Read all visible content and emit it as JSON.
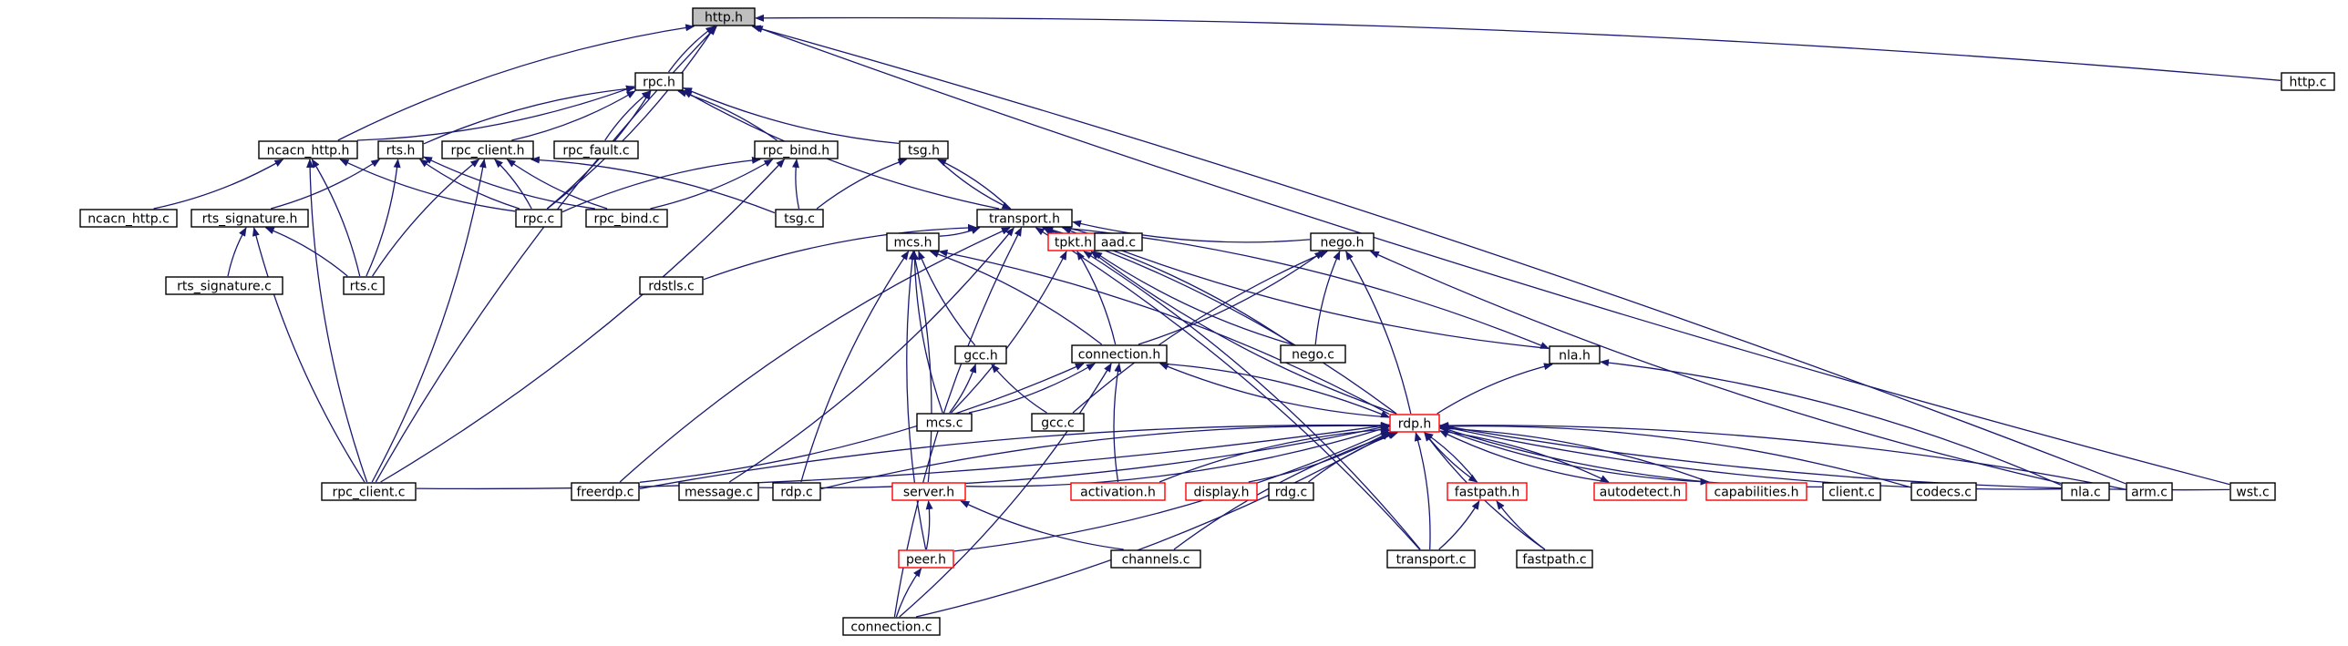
{
  "diagram": {
    "type": "include-dependency-graph",
    "root": "http.h",
    "colors": {
      "edge": "#191970",
      "border": "#000000",
      "incomplete_border": "#ff0000",
      "root_fill": "#bfbfbf"
    },
    "nodes": [
      {
        "id": "http_h",
        "label": "http.h",
        "style": "root"
      },
      {
        "id": "rpc_h",
        "label": "rpc.h"
      },
      {
        "id": "http_c",
        "label": "http.c"
      },
      {
        "id": "ncacn_http_h",
        "label": "ncacn_http.h"
      },
      {
        "id": "rts_h",
        "label": "rts.h"
      },
      {
        "id": "rpc_client_h",
        "label": "rpc_client.h"
      },
      {
        "id": "rpc_fault_c",
        "label": "rpc_fault.c"
      },
      {
        "id": "rpc_bind_h",
        "label": "rpc_bind.h"
      },
      {
        "id": "tsg_h",
        "label": "tsg.h"
      },
      {
        "id": "ncacn_http_c",
        "label": "ncacn_http.c"
      },
      {
        "id": "rts_signature_h",
        "label": "rts_signature.h"
      },
      {
        "id": "rpc_c",
        "label": "rpc.c"
      },
      {
        "id": "rpc_bind_c",
        "label": "rpc_bind.c"
      },
      {
        "id": "tsg_c",
        "label": "tsg.c"
      },
      {
        "id": "transport_h",
        "label": "transport.h"
      },
      {
        "id": "rts_signature_c",
        "label": "rts_signature.c"
      },
      {
        "id": "rts_c",
        "label": "rts.c"
      },
      {
        "id": "rdstls_c",
        "label": "rdstls.c"
      },
      {
        "id": "mcs_h",
        "label": "mcs.h"
      },
      {
        "id": "tpkt_h",
        "label": "tpkt.h",
        "style": "red"
      },
      {
        "id": "aad_c",
        "label": "aad.c"
      },
      {
        "id": "nego_h",
        "label": "nego.h"
      },
      {
        "id": "connection_h",
        "label": "connection.h"
      },
      {
        "id": "gcc_h",
        "label": "gcc.h"
      },
      {
        "id": "nego_c",
        "label": "nego.c"
      },
      {
        "id": "nla_h",
        "label": "nla.h"
      },
      {
        "id": "mcs_c",
        "label": "mcs.c"
      },
      {
        "id": "gcc_c",
        "label": "gcc.c"
      },
      {
        "id": "rdp_h",
        "label": "rdp.h",
        "style": "red"
      },
      {
        "id": "rpc_client_c",
        "label": "rpc_client.c"
      },
      {
        "id": "freerdp_c",
        "label": "freerdp.c"
      },
      {
        "id": "message_c",
        "label": "message.c"
      },
      {
        "id": "rdp_c",
        "label": "rdp.c"
      },
      {
        "id": "server_h",
        "label": "server.h",
        "style": "red"
      },
      {
        "id": "activation_h",
        "label": "activation.h",
        "style": "red"
      },
      {
        "id": "display_h",
        "label": "display.h",
        "style": "red"
      },
      {
        "id": "rdg_c",
        "label": "rdg.c"
      },
      {
        "id": "fastpath_h",
        "label": "fastpath.h",
        "style": "red"
      },
      {
        "id": "autodetect_h",
        "label": "autodetect.h",
        "style": "red"
      },
      {
        "id": "capabilities_h",
        "label": "capabilities.h",
        "style": "red"
      },
      {
        "id": "client_c",
        "label": "client.c"
      },
      {
        "id": "codecs_c",
        "label": "codecs.c"
      },
      {
        "id": "nla_c",
        "label": "nla.c"
      },
      {
        "id": "arm_c",
        "label": "arm.c"
      },
      {
        "id": "wst_c",
        "label": "wst.c"
      },
      {
        "id": "peer_h",
        "label": "peer.h",
        "style": "red"
      },
      {
        "id": "channels_c",
        "label": "channels.c"
      },
      {
        "id": "transport_c",
        "label": "transport.c"
      },
      {
        "id": "fastpath_c",
        "label": "fastpath.c"
      },
      {
        "id": "connection_c",
        "label": "connection.c"
      }
    ],
    "edges": [
      [
        "http_h",
        "rpc_h"
      ],
      [
        "http_h",
        "http_c"
      ],
      [
        "http_h",
        "ncacn_http_h"
      ],
      [
        "http_h",
        "rpc_c"
      ],
      [
        "http_h",
        "rpc_client_c"
      ],
      [
        "http_h",
        "arm_c"
      ],
      [
        "http_h",
        "wst_c"
      ],
      [
        "rpc_h",
        "ncacn_http_h"
      ],
      [
        "rpc_h",
        "rts_h"
      ],
      [
        "rpc_h",
        "rpc_client_h"
      ],
      [
        "rpc_h",
        "rpc_fault_c"
      ],
      [
        "rpc_h",
        "rpc_bind_h"
      ],
      [
        "rpc_h",
        "tsg_h"
      ],
      [
        "rpc_h",
        "rpc_c"
      ],
      [
        "rpc_h",
        "transport_h"
      ],
      [
        "ncacn_http_h",
        "ncacn_http_c"
      ],
      [
        "ncacn_http_h",
        "rpc_c"
      ],
      [
        "ncacn_http_h",
        "rts_c"
      ],
      [
        "ncacn_http_h",
        "rpc_client_c"
      ],
      [
        "rts_h",
        "rts_signature_h"
      ],
      [
        "rts_h",
        "rpc_c"
      ],
      [
        "rts_h",
        "rts_c"
      ],
      [
        "rts_h",
        "rpc_bind_c"
      ],
      [
        "rpc_client_h",
        "rpc_c"
      ],
      [
        "rpc_client_h",
        "rpc_bind_c"
      ],
      [
        "rpc_client_h",
        "tsg_c"
      ],
      [
        "rpc_client_h",
        "rts_c"
      ],
      [
        "rpc_client_h",
        "rpc_client_c"
      ],
      [
        "rpc_bind_h",
        "rpc_c"
      ],
      [
        "rpc_bind_h",
        "rpc_bind_c"
      ],
      [
        "rpc_bind_h",
        "tsg_c"
      ],
      [
        "rpc_bind_h",
        "rpc_client_c"
      ],
      [
        "tsg_h",
        "tsg_c"
      ],
      [
        "tsg_h",
        "transport_h"
      ],
      [
        "rts_signature_h",
        "rts_signature_c"
      ],
      [
        "rts_signature_h",
        "rts_c"
      ],
      [
        "rts_signature_h",
        "rpc_client_c"
      ],
      [
        "transport_h",
        "tsg_h"
      ],
      [
        "transport_h",
        "rdstls_c"
      ],
      [
        "transport_h",
        "mcs_h"
      ],
      [
        "transport_h",
        "tpkt_h"
      ],
      [
        "transport_h",
        "aad_c"
      ],
      [
        "transport_h",
        "nego_h"
      ],
      [
        "transport_h",
        "nego_c"
      ],
      [
        "transport_h",
        "nla_h"
      ],
      [
        "transport_h",
        "rdp_h"
      ],
      [
        "transport_h",
        "freerdp_c"
      ],
      [
        "transport_h",
        "message_c"
      ],
      [
        "transport_h",
        "connection_c"
      ],
      [
        "transport_h",
        "transport_c"
      ],
      [
        "mcs_h",
        "gcc_h"
      ],
      [
        "mcs_h",
        "connection_h"
      ],
      [
        "mcs_h",
        "mcs_c"
      ],
      [
        "mcs_h",
        "rdp_h"
      ],
      [
        "mcs_h",
        "rdp_c"
      ],
      [
        "mcs_h",
        "server_h"
      ],
      [
        "mcs_h",
        "peer_h"
      ],
      [
        "tpkt_h",
        "connection_h"
      ],
      [
        "tpkt_h",
        "nego_c"
      ],
      [
        "tpkt_h",
        "mcs_c"
      ],
      [
        "tpkt_h",
        "rdp_h"
      ],
      [
        "tpkt_h",
        "transport_c"
      ],
      [
        "nego_h",
        "nego_c"
      ],
      [
        "nego_h",
        "connection_h"
      ],
      [
        "nego_h",
        "gcc_c"
      ],
      [
        "nego_h",
        "rdp_h"
      ],
      [
        "nego_h",
        "nla_c"
      ],
      [
        "gcc_h",
        "mcs_c"
      ],
      [
        "gcc_h",
        "gcc_c"
      ],
      [
        "connection_h",
        "mcs_c"
      ],
      [
        "connection_h",
        "rdp_h"
      ],
      [
        "connection_h",
        "freerdp_c"
      ],
      [
        "connection_h",
        "activation_h"
      ],
      [
        "connection_h",
        "connection_c"
      ],
      [
        "nla_h",
        "rdp_h"
      ],
      [
        "nla_h",
        "nla_c"
      ],
      [
        "nla_h",
        "transport_h"
      ],
      [
        "rdp_h",
        "rpc_client_c"
      ],
      [
        "rdp_h",
        "freerdp_c"
      ],
      [
        "rdp_h",
        "message_c"
      ],
      [
        "rdp_h",
        "rdp_c"
      ],
      [
        "rdp_h",
        "server_h"
      ],
      [
        "rdp_h",
        "activation_h"
      ],
      [
        "rdp_h",
        "display_h"
      ],
      [
        "rdp_h",
        "rdg_c"
      ],
      [
        "rdp_h",
        "fastpath_h"
      ],
      [
        "rdp_h",
        "autodetect_h"
      ],
      [
        "rdp_h",
        "capabilities_h"
      ],
      [
        "rdp_h",
        "client_c"
      ],
      [
        "rdp_h",
        "codecs_c"
      ],
      [
        "rdp_h",
        "nla_c"
      ],
      [
        "rdp_h",
        "arm_c"
      ],
      [
        "rdp_h",
        "wst_c"
      ],
      [
        "rdp_h",
        "peer_h"
      ],
      [
        "rdp_h",
        "channels_c"
      ],
      [
        "rdp_h",
        "transport_c"
      ],
      [
        "rdp_h",
        "fastpath_c"
      ],
      [
        "rdp_h",
        "connection_c"
      ],
      [
        "rdp_h",
        "connection_h"
      ],
      [
        "server_h",
        "peer_h"
      ],
      [
        "server_h",
        "channels_c"
      ],
      [
        "fastpath_h",
        "transport_c"
      ],
      [
        "fastpath_h",
        "fastpath_c"
      ],
      [
        "fastpath_h",
        "rdp_h"
      ],
      [
        "autodetect_h",
        "rdp_h"
      ],
      [
        "capabilities_h",
        "rdp_h"
      ],
      [
        "peer_h",
        "connection_c"
      ]
    ]
  }
}
